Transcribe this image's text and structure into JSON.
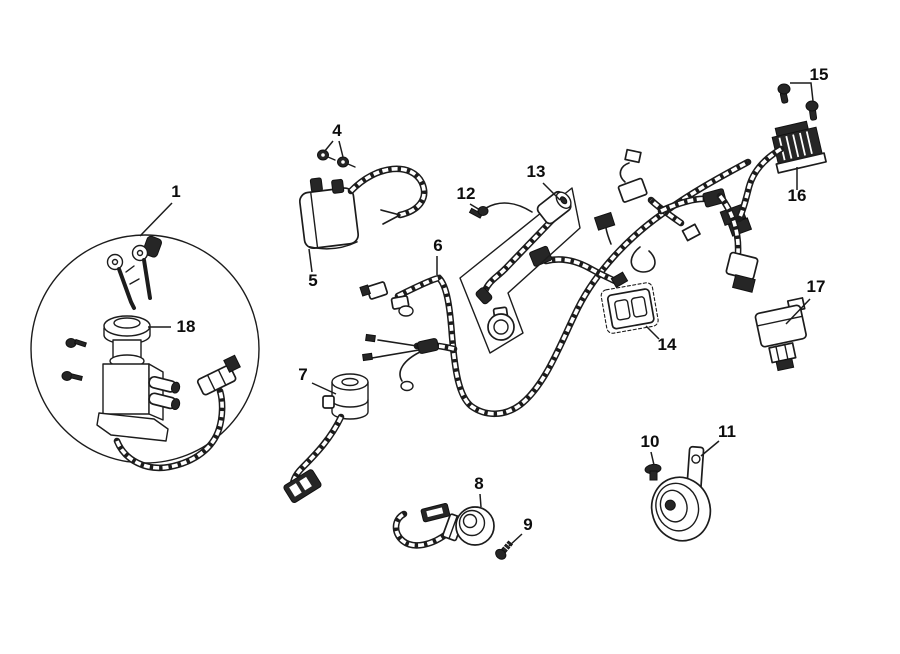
{
  "figure": {
    "kind": "exploded-parts-line-diagram",
    "colors": {
      "background": "#ffffff",
      "ink": "#1c1c1c"
    }
  },
  "callouts": {
    "n1": "1",
    "n4": "4",
    "n5": "5",
    "n6": "6",
    "n7": "7",
    "n8": "8",
    "n9": "9",
    "n10": "10",
    "n11": "11",
    "n12": "12",
    "n13": "13",
    "n14": "14",
    "n15": "15",
    "n16": "16",
    "n17": "17",
    "n18": "18"
  }
}
